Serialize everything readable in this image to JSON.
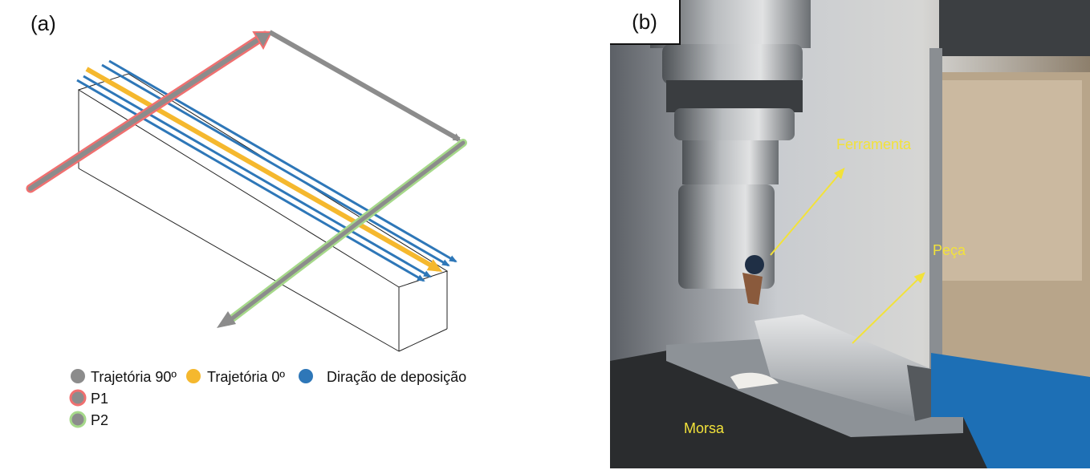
{
  "panel_a": {
    "label": "(a)",
    "legend": [
      {
        "text": "Trajetória 90º",
        "color": "#8c8c8c"
      },
      {
        "text": "Trajetória 0º",
        "color": "#f5b82e"
      },
      {
        "text": "Diração de deposição",
        "color": "#2e77b8"
      },
      {
        "text": "P1",
        "color": "#8c8c8c",
        "ring": "#f07070"
      },
      {
        "text": "P2",
        "color": "#8c8c8c",
        "ring": "#a6d98a"
      }
    ]
  },
  "panel_b": {
    "label": "(b)",
    "annotations": {
      "tool": "Ferramenta",
      "part": "Peça",
      "vise": "Morsa"
    },
    "annotation_color": "#f2e23a"
  }
}
